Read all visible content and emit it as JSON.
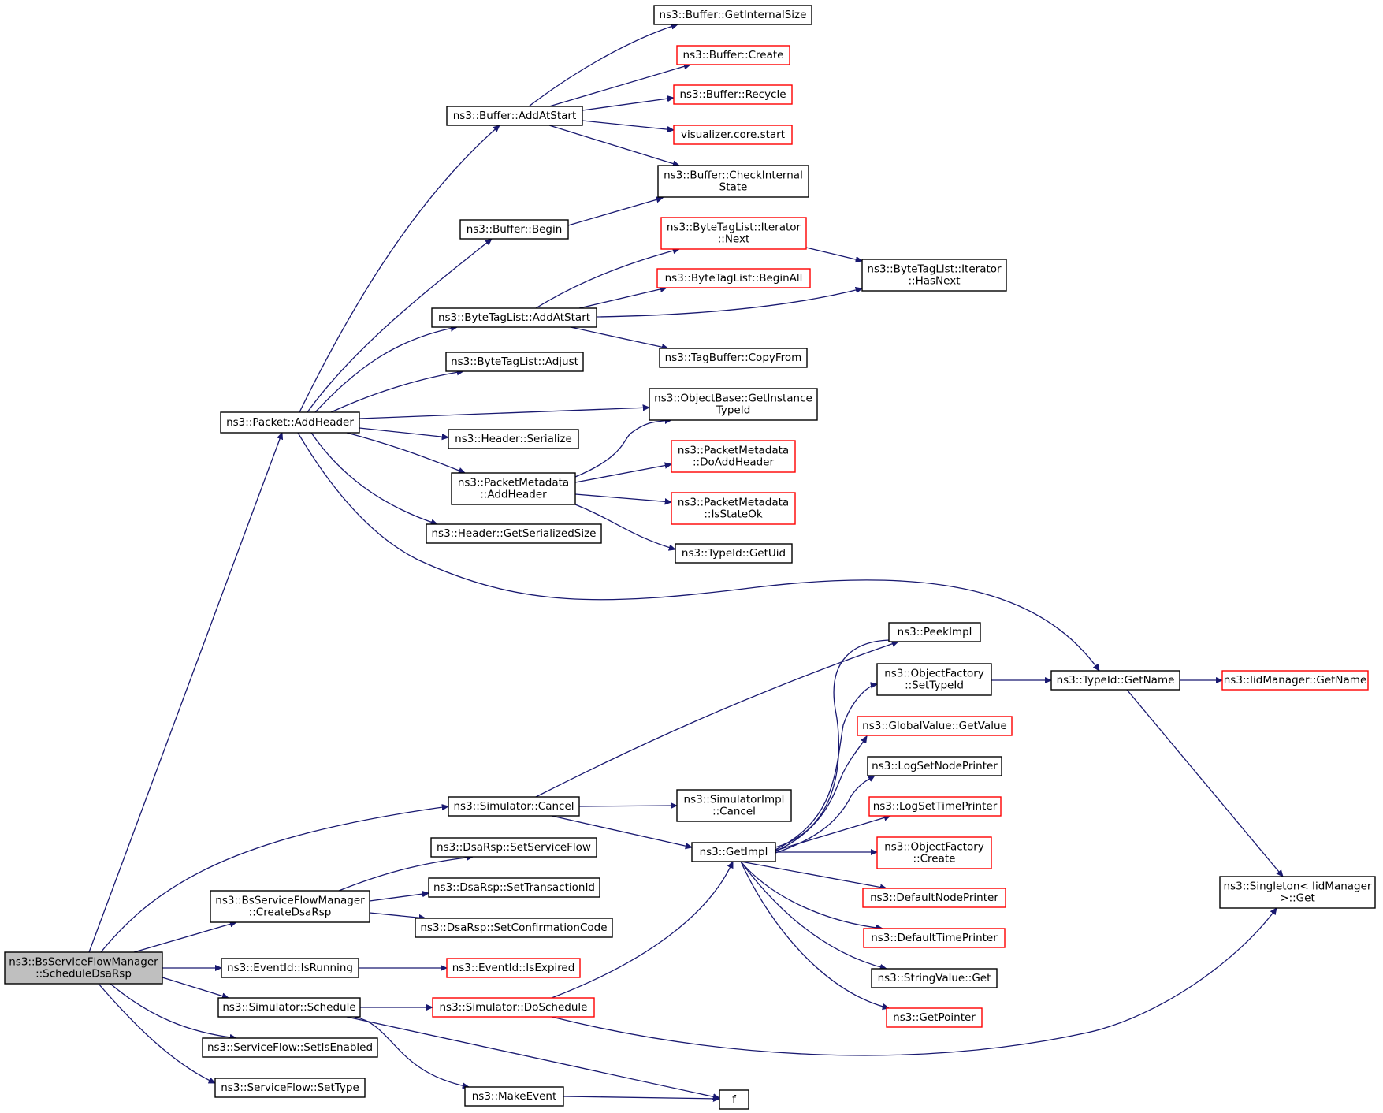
{
  "diagram": {
    "nodes": [
      {
        "id": "root",
        "lines": [
          "ns3::BsServiceFlowManager",
          "::ScheduleDsaRsp"
        ],
        "style": "root"
      },
      {
        "id": "addheader",
        "lines": [
          "ns3::Packet::AddHeader"
        ],
        "style": "black"
      },
      {
        "id": "buf_addatstart",
        "lines": [
          "ns3::Buffer::AddAtStart"
        ],
        "style": "black"
      },
      {
        "id": "buf_getinternalsize",
        "lines": [
          "ns3::Buffer::GetInternalSize"
        ],
        "style": "black"
      },
      {
        "id": "buf_create",
        "lines": [
          "ns3::Buffer::Create"
        ],
        "style": "red"
      },
      {
        "id": "buf_recycle",
        "lines": [
          "ns3::Buffer::Recycle"
        ],
        "style": "red"
      },
      {
        "id": "vis_start",
        "lines": [
          "visualizer.core.start"
        ],
        "style": "red"
      },
      {
        "id": "buf_checkinternal",
        "lines": [
          "ns3::Buffer::CheckInternal",
          "State"
        ],
        "style": "black"
      },
      {
        "id": "buf_begin",
        "lines": [
          "ns3::Buffer::Begin"
        ],
        "style": "black"
      },
      {
        "id": "btl_iter_next",
        "lines": [
          "ns3::ByteTagList::Iterator",
          "::Next"
        ],
        "style": "red"
      },
      {
        "id": "btl_beginall",
        "lines": [
          "ns3::ByteTagList::BeginAll"
        ],
        "style": "red"
      },
      {
        "id": "btl_iter_hasnext",
        "lines": [
          "ns3::ByteTagList::Iterator",
          "::HasNext"
        ],
        "style": "black"
      },
      {
        "id": "btl_addatstart",
        "lines": [
          "ns3::ByteTagList::AddAtStart"
        ],
        "style": "black"
      },
      {
        "id": "tagbuf_copyfrom",
        "lines": [
          "ns3::TagBuffer::CopyFrom"
        ],
        "style": "black"
      },
      {
        "id": "btl_adjust",
        "lines": [
          "ns3::ByteTagList::Adjust"
        ],
        "style": "black"
      },
      {
        "id": "ob_getinstancetypeid",
        "lines": [
          "ns3::ObjectBase::GetInstance",
          "TypeId"
        ],
        "style": "black"
      },
      {
        "id": "hdr_serialize",
        "lines": [
          "ns3::Header::Serialize"
        ],
        "style": "black"
      },
      {
        "id": "pm_doaddheader",
        "lines": [
          "ns3::PacketMetadata",
          "::DoAddHeader"
        ],
        "style": "red"
      },
      {
        "id": "pm_addheader",
        "lines": [
          "ns3::PacketMetadata",
          "::AddHeader"
        ],
        "style": "black"
      },
      {
        "id": "pm_isstateok",
        "lines": [
          "ns3::PacketMetadata",
          "::IsStateOk"
        ],
        "style": "red"
      },
      {
        "id": "hdr_getserializedsize",
        "lines": [
          "ns3::Header::GetSerializedSize"
        ],
        "style": "black"
      },
      {
        "id": "typeid_getuid",
        "lines": [
          "ns3::TypeId::GetUid"
        ],
        "style": "black"
      },
      {
        "id": "peekimpl",
        "lines": [
          "ns3::PeekImpl"
        ],
        "style": "black"
      },
      {
        "id": "of_settypeid",
        "lines": [
          "ns3::ObjectFactory",
          "::SetTypeId"
        ],
        "style": "black"
      },
      {
        "id": "typeid_getname",
        "lines": [
          "ns3::TypeId::GetName"
        ],
        "style": "black"
      },
      {
        "id": "iidmgr_getname",
        "lines": [
          "ns3::IidManager::GetName"
        ],
        "style": "red"
      },
      {
        "id": "gv_getvalue",
        "lines": [
          "ns3::GlobalValue::GetValue"
        ],
        "style": "red"
      },
      {
        "id": "logsetnodeprinter",
        "lines": [
          "ns3::LogSetNodePrinter"
        ],
        "style": "black"
      },
      {
        "id": "sim_cancel",
        "lines": [
          "ns3::Simulator::Cancel"
        ],
        "style": "black"
      },
      {
        "id": "simimpl_cancel",
        "lines": [
          "ns3::SimulatorImpl",
          "::Cancel"
        ],
        "style": "black"
      },
      {
        "id": "logsettimeprinter",
        "lines": [
          "ns3::LogSetTimePrinter"
        ],
        "style": "red"
      },
      {
        "id": "dsarsp_setserviceflow",
        "lines": [
          "ns3::DsaRsp::SetServiceFlow"
        ],
        "style": "black"
      },
      {
        "id": "getimpl",
        "lines": [
          "ns3::GetImpl"
        ],
        "style": "black"
      },
      {
        "id": "of_create",
        "lines": [
          "ns3::ObjectFactory",
          "::Create"
        ],
        "style": "red"
      },
      {
        "id": "singleton_get",
        "lines": [
          "ns3::Singleton< IidManager",
          " >::Get"
        ],
        "style": "black"
      },
      {
        "id": "dsarsp_settransactionid",
        "lines": [
          "ns3::DsaRsp::SetTransactionId"
        ],
        "style": "black"
      },
      {
        "id": "bsm_createdsarsp",
        "lines": [
          "ns3::BsServiceFlowManager",
          "::CreateDsaRsp"
        ],
        "style": "black"
      },
      {
        "id": "defaultnodeprinter",
        "lines": [
          "ns3::DefaultNodePrinter"
        ],
        "style": "red"
      },
      {
        "id": "dsarsp_setconfirmationcode",
        "lines": [
          "ns3::DsaRsp::SetConfirmationCode"
        ],
        "style": "black"
      },
      {
        "id": "defaulttimeprinter",
        "lines": [
          "ns3::DefaultTimePrinter"
        ],
        "style": "red"
      },
      {
        "id": "eventid_isrunning",
        "lines": [
          "ns3::EventId::IsRunning"
        ],
        "style": "black"
      },
      {
        "id": "eventid_isexpired",
        "lines": [
          "ns3::EventId::IsExpired"
        ],
        "style": "red"
      },
      {
        "id": "stringvalue_get",
        "lines": [
          "ns3::StringValue::Get"
        ],
        "style": "black"
      },
      {
        "id": "sim_schedule",
        "lines": [
          "ns3::Simulator::Schedule"
        ],
        "style": "black"
      },
      {
        "id": "sim_doschedule",
        "lines": [
          "ns3::Simulator::DoSchedule"
        ],
        "style": "red"
      },
      {
        "id": "getpointer",
        "lines": [
          "ns3::GetPointer"
        ],
        "style": "red"
      },
      {
        "id": "sf_setisenabled",
        "lines": [
          "ns3::ServiceFlow::SetIsEnabled"
        ],
        "style": "black"
      },
      {
        "id": "sf_settype",
        "lines": [
          "ns3::ServiceFlow::SetType"
        ],
        "style": "black"
      },
      {
        "id": "makeevent",
        "lines": [
          "ns3::MakeEvent"
        ],
        "style": "black"
      },
      {
        "id": "f",
        "lines": [
          "f"
        ],
        "style": "black"
      }
    ]
  },
  "colors": {
    "edge": "#191970",
    "node_border": "#000000",
    "node_border_external": "#ff0000",
    "root_fill": "#bfbfbf"
  }
}
